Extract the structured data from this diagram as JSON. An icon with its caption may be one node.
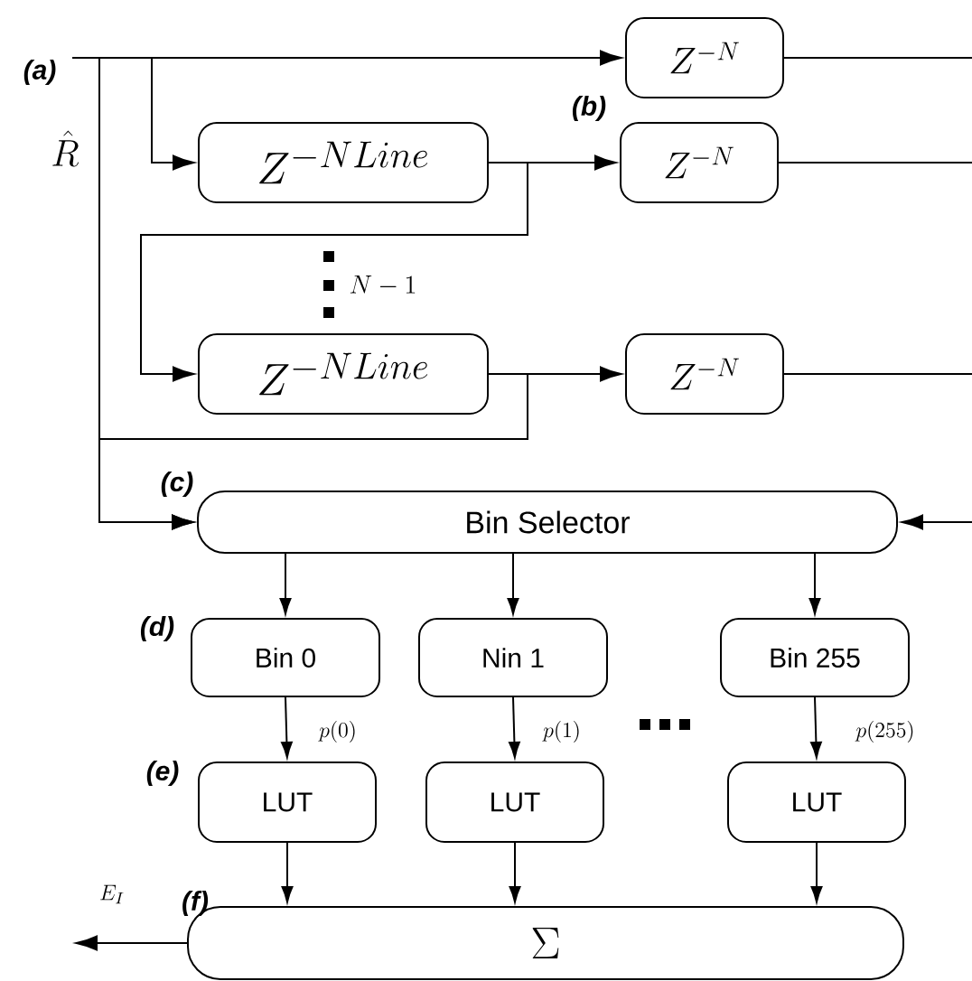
{
  "diagram": {
    "nodes": [
      {
        "text": [
          "Z^{-N}"
        ]
      },
      {
        "text": [
          "Z^{-NLine}"
        ]
      },
      {
        "text": [
          "Z^{-N}"
        ]
      },
      {
        "text": [
          "Z^{-NLine}"
        ]
      },
      {
        "text": [
          "Z^{-N}"
        ]
      },
      {
        "text": [
          "Bin Selector"
        ]
      },
      {
        "text": [
          "Bin 0"
        ]
      },
      {
        "text": [
          "Nin 1"
        ]
      },
      {
        "text": [
          "Bin 255"
        ]
      },
      {
        "text": [
          "LUT"
        ]
      },
      {
        "text": [
          "LUT"
        ]
      },
      {
        "text": [
          "LUT"
        ]
      },
      {
        "text": [
          "\\Sigma"
        ]
      }
    ],
    "edges": [
      {
        "from": null,
        "to": 0,
        "arrow": "to"
      },
      {
        "from": null,
        "to": 1,
        "arrow": "to"
      },
      {
        "from": 1,
        "to": 2,
        "arrow": "to"
      },
      {
        "from": 1,
        "to": 3,
        "arrow": "to"
      },
      {
        "from": 3,
        "to": 4,
        "arrow": "to"
      },
      {
        "from": 3,
        "to": 5,
        "arrow": "to"
      },
      {
        "from": null,
        "to": 5,
        "arrow": "to"
      },
      {
        "from": 0,
        "to": null,
        "arrow": "none"
      },
      {
        "from": 2,
        "to": null,
        "arrow": "none"
      },
      {
        "from": 4,
        "to": null,
        "arrow": "none"
      },
      {
        "from": null,
        "to": 5,
        "arrow": "to"
      },
      {
        "from": 5,
        "to": 6,
        "arrow": "to"
      },
      {
        "from": 5,
        "to": 7,
        "arrow": "to"
      },
      {
        "from": 5,
        "to": 8,
        "arrow": "to"
      },
      {
        "from": 6,
        "to": 9,
        "arrow": "to",
        "label": "p(0)"
      },
      {
        "from": 7,
        "to": 10,
        "arrow": "to",
        "label": "p(1)"
      },
      {
        "from": 8,
        "to": 11,
        "arrow": "to",
        "label": "p(255)"
      },
      {
        "from": 9,
        "to": 12,
        "arrow": "to"
      },
      {
        "from": 10,
        "to": 12,
        "arrow": "to"
      },
      {
        "from": 11,
        "to": 12,
        "arrow": "to"
      },
      {
        "from": 12,
        "to": null,
        "arrow": "to",
        "label": "E_I"
      }
    ],
    "labels": [
      "(a)",
      "\\hat{R}",
      "(b)",
      "N-1",
      "(c)",
      "(d)",
      "(e)",
      "(f)"
    ]
  }
}
